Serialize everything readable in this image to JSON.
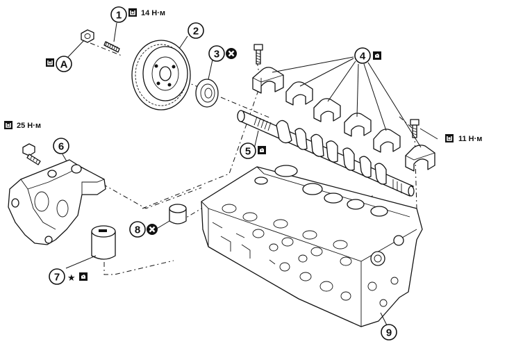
{
  "callouts": {
    "c1": "1",
    "c2": "2",
    "c3": "3",
    "c4": "4",
    "c5": "5",
    "c6": "6",
    "c7": "7",
    "c8": "8",
    "c9": "9",
    "cA": "A"
  },
  "torque": {
    "t1": "14 Н·м",
    "t6": "25 Н·м",
    "t4": "11 Н·м"
  },
  "symbols": {
    "star": "★"
  },
  "icons": {
    "torque": "torque-wrench-icon",
    "replace": "do-not-reuse-x-icon",
    "lubricate": "lubricate-oil-icon"
  }
}
